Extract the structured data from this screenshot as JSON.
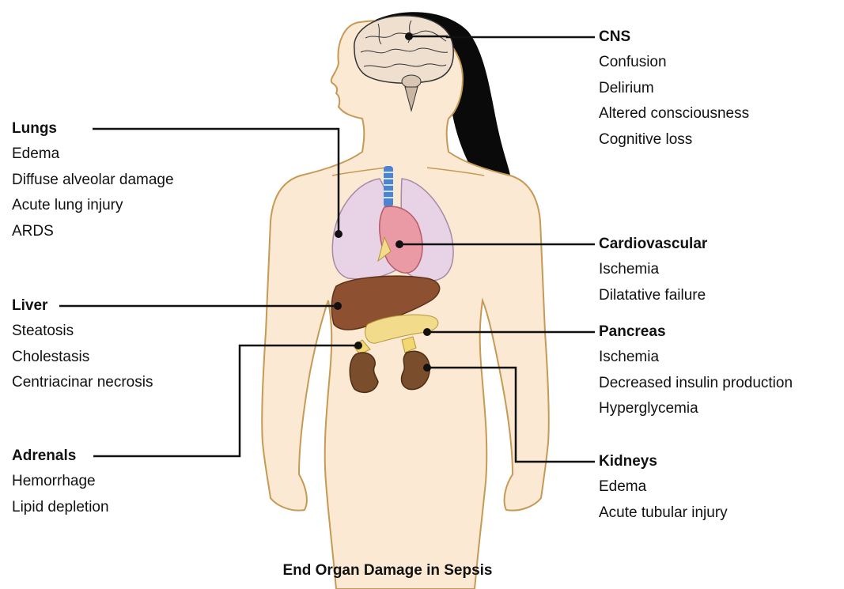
{
  "caption": "End Organ Damage in Sepsis",
  "colors": {
    "skin": "#fbe9d3",
    "skin_outline": "#c69a55",
    "hair": "#0a0a0a",
    "lung": "#e8d2e6",
    "heart": "#ea9aa5",
    "liver": "#8d5132",
    "kidney": "#7a4e2c",
    "pancreas": "#f2dc8c",
    "adrenal": "#f3d770",
    "trachea": "#4c84d4",
    "leader_line": "#111111"
  },
  "organs": {
    "lungs": {
      "title": "Lungs",
      "items": [
        "Edema",
        "Diffuse alveolar damage",
        "Acute lung injury",
        "ARDS"
      ]
    },
    "liver": {
      "title": "Liver",
      "items": [
        "Steatosis",
        "Cholestasis",
        "Centriacinar necrosis"
      ]
    },
    "adrenals": {
      "title": "Adrenals",
      "items": [
        "Hemorrhage",
        "Lipid depletion"
      ]
    },
    "cns": {
      "title": "CNS",
      "items": [
        "Confusion",
        "Delirium",
        "Altered consciousness",
        "Cognitive loss"
      ]
    },
    "cardiovascular": {
      "title": "Cardiovascular",
      "items": [
        "Ischemia",
        "Dilatative failure"
      ]
    },
    "pancreas": {
      "title": "Pancreas",
      "items": [
        "Ischemia",
        "Decreased insulin production",
        "Hyperglycemia"
      ]
    },
    "kidneys": {
      "title": "Kidneys",
      "items": [
        "Edema",
        "Acute tubular injury"
      ]
    }
  }
}
